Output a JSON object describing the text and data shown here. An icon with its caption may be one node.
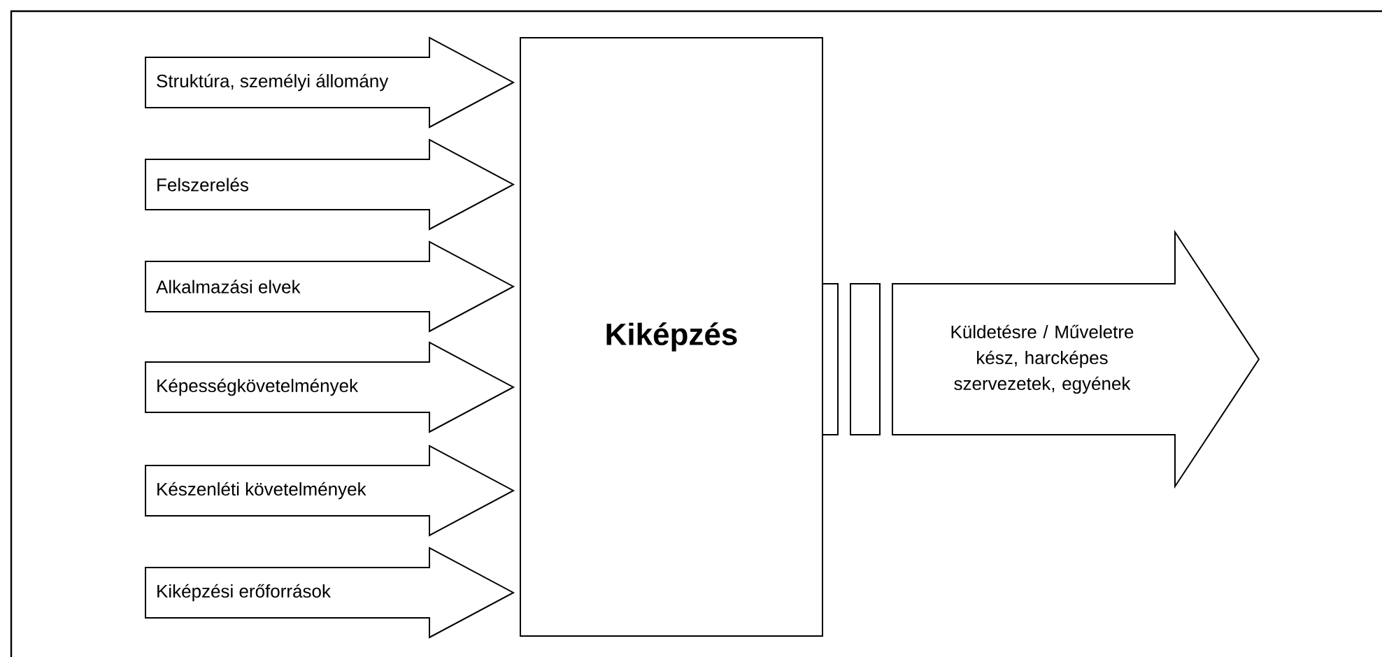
{
  "diagram": {
    "nodes": [
      {
        "text": [
          "Struktúra, személyi állomány"
        ]
      },
      {
        "text": [
          "Felszerelés"
        ]
      },
      {
        "text": [
          "Alkalmazási elvek"
        ]
      },
      {
        "text": [
          "Képességkövetelmények"
        ]
      },
      {
        "text": [
          "Készenléti követelmények"
        ]
      },
      {
        "text": [
          "Kiképzési erőforrások"
        ]
      },
      {
        "text": [
          "Kiképzés"
        ]
      },
      {
        "text": [],
        "shape": "bar"
      },
      {
        "text": [],
        "shape": "bar"
      },
      {
        "text": [
          "Küldetésre / Műveletre kész, harcképes szervezetek, egyének"
        ]
      }
    ]
  }
}
